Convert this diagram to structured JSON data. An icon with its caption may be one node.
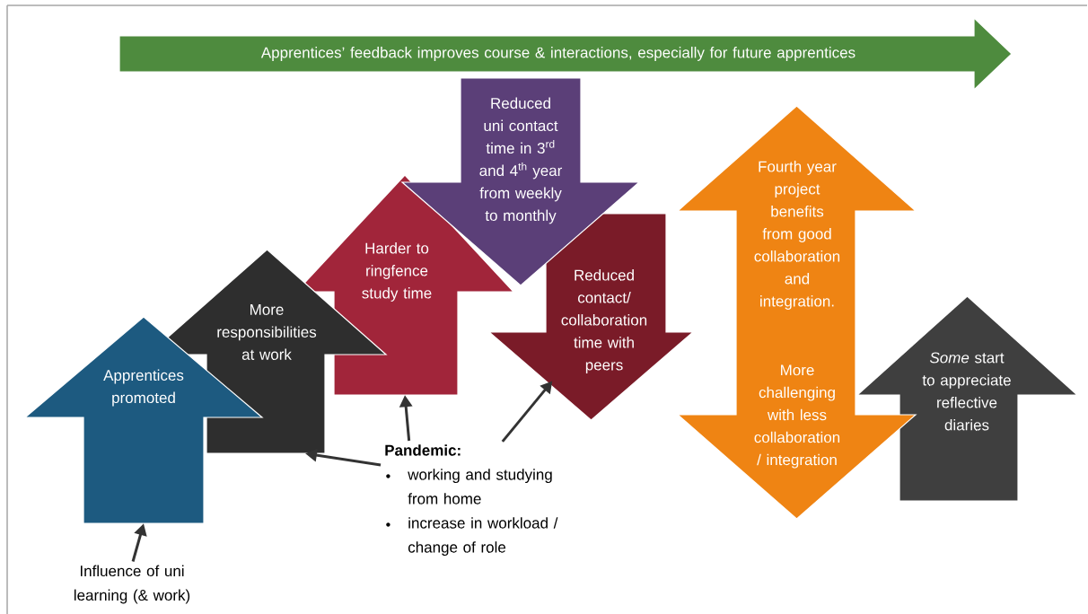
{
  "diagram": {
    "nodes": [
      {
        "text": [
          "Apprentices’ feedback improves course & interactions, especially for future apprentices"
        ]
      },
      {
        "text": [
          "Reduced uni contact time in 3$^{rd}$ and 4$^{th}$ year from weekly to monthly"
        ]
      },
      {
        "text": [
          "Apprentices promoted"
        ]
      },
      {
        "text": [
          "More responsibilities at work"
        ]
      },
      {
        "text": [
          "Harder to ringfence study time"
        ]
      },
      {
        "text": [
          "Reduced contact/ collaboration time with peers"
        ]
      },
      {
        "text": [
          "Fourth year project benefits from good collaboration and integration.",
          "More challenging with less collaboration / integration"
        ]
      },
      {
        "text": [
          "*Some* start to appreciate reflective diaries"
        ]
      },
      {
        "text": [
          "Pandemic:",
          "working and studying from home",
          "increase in workload / change of role"
        ]
      },
      {
        "text": [
          "Influence of uni learning (& work)"
        ]
      }
    ],
    "edges": [
      {
        "from": 9,
        "to": 2,
        "arrow": "to"
      },
      {
        "from": 8,
        "to": 3,
        "arrow": "to"
      },
      {
        "from": 8,
        "to": 4,
        "arrow": "to"
      },
      {
        "from": 8,
        "to": 5,
        "arrow": "to"
      }
    ]
  }
}
